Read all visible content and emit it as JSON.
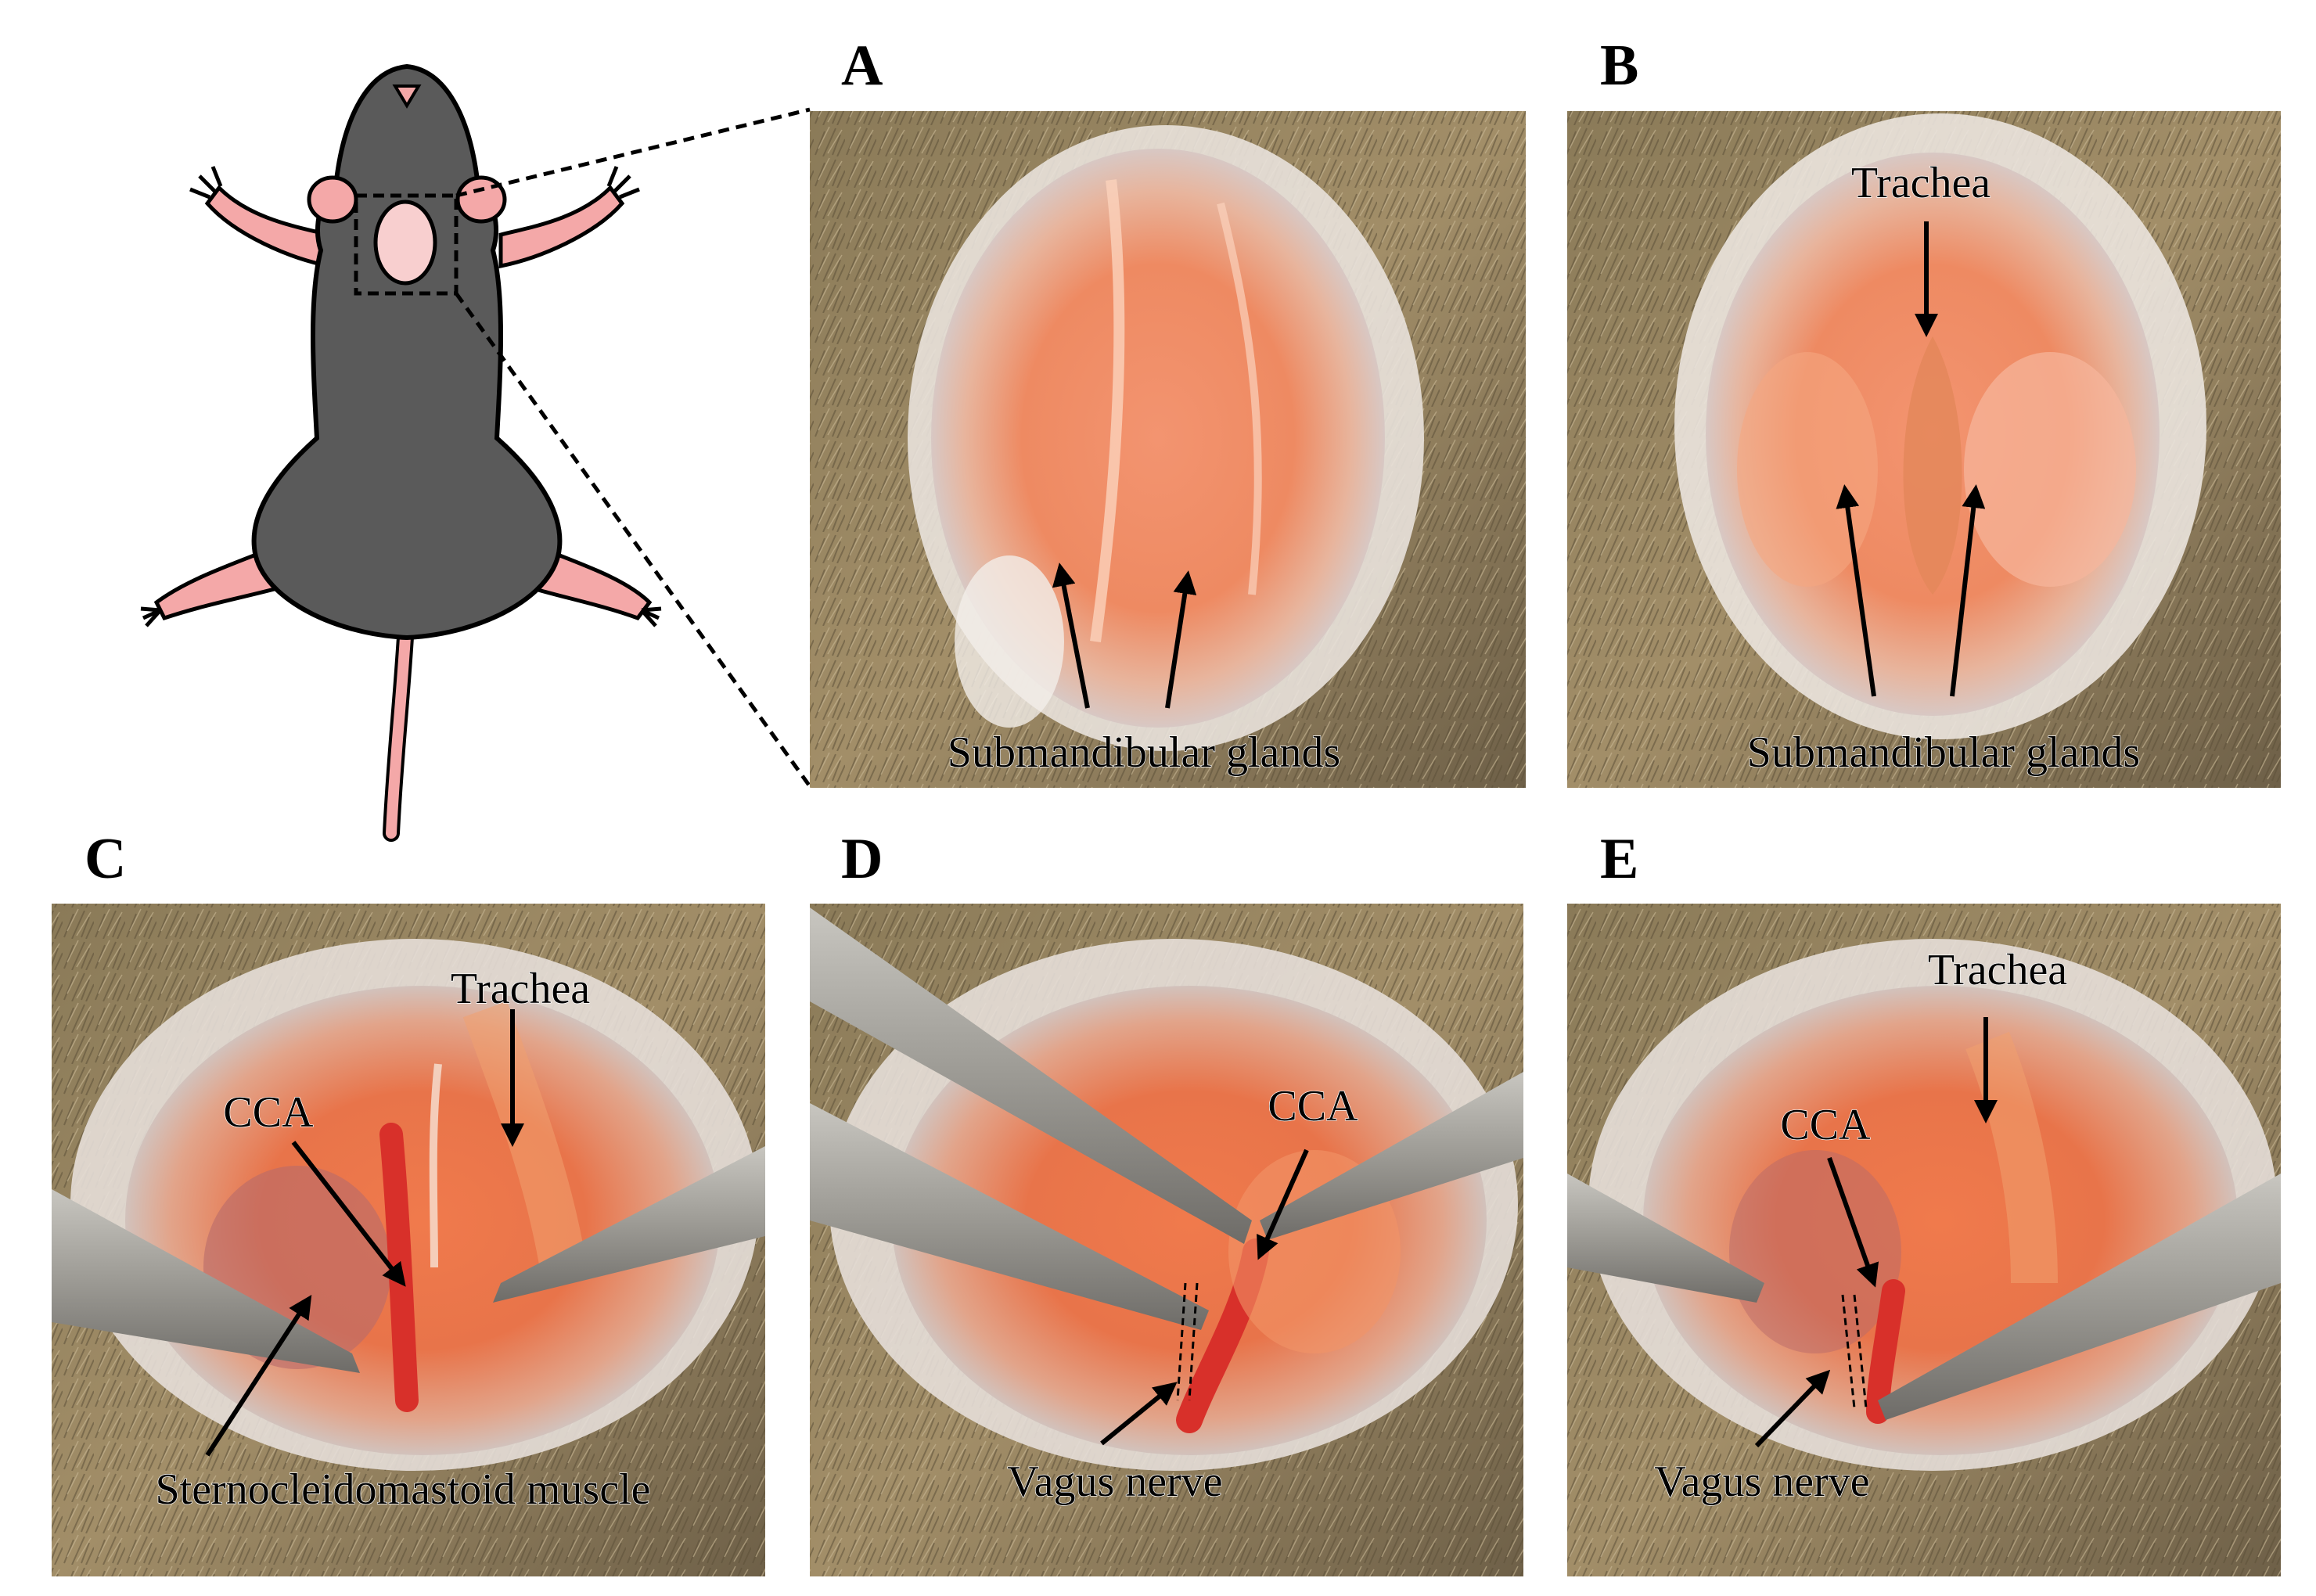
{
  "figure": {
    "panels": [
      {
        "id": "A",
        "letter": "A",
        "labels": {
          "glands": "Submandibular glands"
        }
      },
      {
        "id": "B",
        "letter": "B",
        "labels": {
          "trachea": "Trachea",
          "glands": "Submandibular glands"
        }
      },
      {
        "id": "C",
        "letter": "C",
        "labels": {
          "trachea": "Trachea",
          "cca": "CCA",
          "muscle": "Sternocleidomastoid muscle"
        }
      },
      {
        "id": "D",
        "letter": "D",
        "labels": {
          "cca": "CCA",
          "vagus": "Vagus nerve"
        }
      },
      {
        "id": "E",
        "letter": "E",
        "labels": {
          "trachea": "Trachea",
          "cca": "CCA",
          "vagus": "Vagus nerve"
        }
      }
    ],
    "illustration": {
      "subject": "mouse-dorsal-view-schematic",
      "body_color": "#5a5a5a",
      "skin_color": "#f4a8a8"
    }
  }
}
